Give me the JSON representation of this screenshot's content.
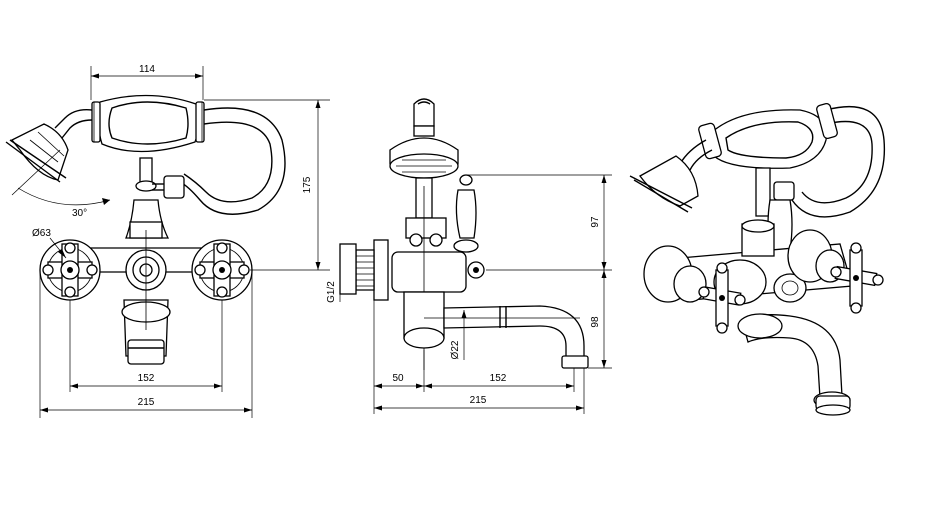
{
  "front_view": {
    "width_top": "114",
    "height_right": "175",
    "angle": "30°",
    "diameter": "Ø63",
    "spacing": "152",
    "total_width": "215"
  },
  "side_view": {
    "thread": "G1/2",
    "height_upper": "97",
    "height_lower": "98",
    "spout_diameter": "Ø22",
    "offset": "50",
    "spout_reach": "152",
    "total_depth": "215"
  }
}
